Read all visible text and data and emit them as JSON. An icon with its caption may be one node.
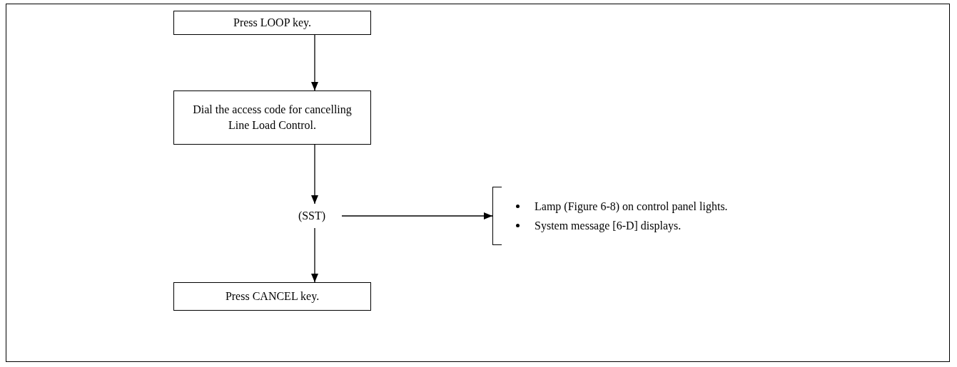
{
  "diagram": {
    "nodes": [
      {
        "text": [
          "Press LOOP key."
        ]
      },
      {
        "text": [
          "Dial the access code for cancelling Line Load Control."
        ]
      },
      {
        "text": [
          "(SST)"
        ]
      },
      {
        "text": [
          "Lamp (Figure 6-8) on control panel lights.",
          "System message [6-D] displays."
        ]
      },
      {
        "text": [
          "Press CANCEL key."
        ]
      }
    ],
    "edges": [
      {
        "from": 0,
        "to": 1,
        "arrow": "to"
      },
      {
        "from": 1,
        "to": 2,
        "arrow": "to"
      },
      {
        "from": 2,
        "to": 3,
        "arrow": "to"
      },
      {
        "from": 2,
        "to": 4,
        "arrow": "to"
      }
    ]
  }
}
